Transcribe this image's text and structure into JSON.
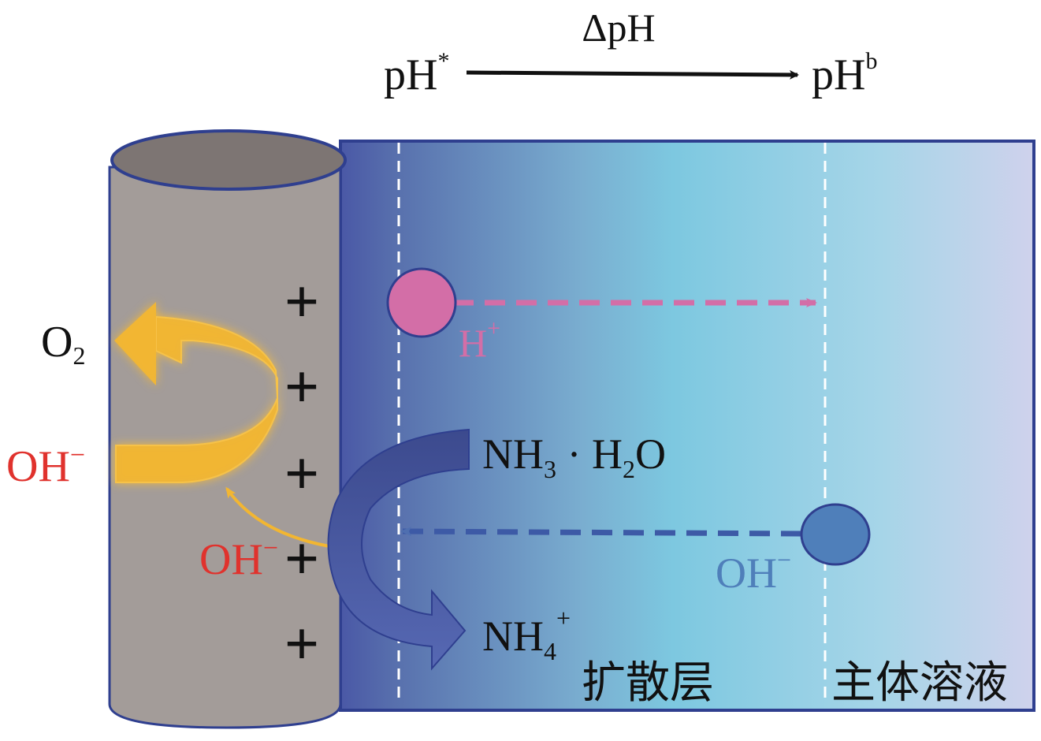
{
  "header": {
    "delta_label": "ΔpH",
    "ph_left_base": "pH",
    "ph_left_sup": "*",
    "ph_right_base": "pH",
    "ph_right_sup": "b"
  },
  "electrode": {
    "plus_signs": [
      "+",
      "+",
      "+",
      "+",
      "+"
    ]
  },
  "species": {
    "o2_base": "O",
    "o2_sub": "2",
    "oh_left_base": "OH",
    "oh_left_sup": "−",
    "oh_mid_base": "OH",
    "oh_mid_sup": "−",
    "h_plus_base": "H",
    "h_plus_sup": "+",
    "oh_bulk_base": "OH",
    "oh_bulk_sup": "−",
    "nh3_a": "NH",
    "nh3_sub": "3",
    "nh3_dot": " · H",
    "nh3_h2o_sub": "2",
    "nh3_o": "O",
    "nh4_base": "NH",
    "nh4_sub": "4",
    "nh4_sup": "+"
  },
  "regions": {
    "diffusion_layer": "扩散层",
    "bulk_solution": "主体溶液"
  },
  "colors": {
    "electrode_gray": "#a39c99",
    "electrode_top": "#7d7573",
    "outline": "#2f3f8f",
    "proton_pink": "#d36ea7",
    "hydroxide_blue": "#4f7fba",
    "ammonia_arrow": "#3e4f94",
    "oxygen_arrow": "#f2b632",
    "red_label": "#e0322d"
  }
}
